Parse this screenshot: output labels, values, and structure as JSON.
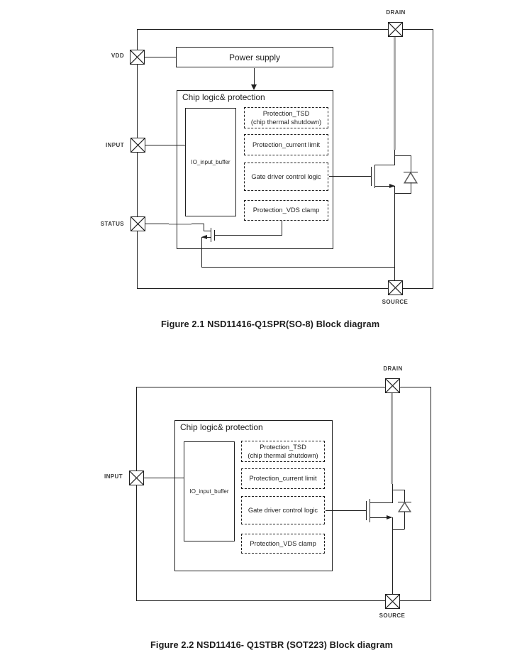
{
  "fig1": {
    "caption": "Figure 2.1 NSD11416-Q1SPR(SO-8) Block diagram",
    "pins": {
      "vdd": "VDD",
      "input": "INPUT",
      "status": "STATUS",
      "drain": "DRAIN",
      "source": "SOURCE"
    },
    "blocks": {
      "power_supply": "Power supply",
      "chip_logic": "Chip logic& protection",
      "io_buffer": "IO_input_buffer",
      "tsd_title": "Protection_TSD",
      "tsd_sub": "(chip thermal shutdown)",
      "current_limit": "Protection_current limit",
      "gate_driver": "Gate driver control logic",
      "vds_clamp": "Protection_VDS clamp"
    }
  },
  "fig2": {
    "caption": "Figure 2.2 NSD11416- Q1STBR (SOT223) Block diagram",
    "pins": {
      "input": "INPUT",
      "drain": "DRAIN",
      "source": "SOURCE"
    },
    "blocks": {
      "chip_logic": "Chip logic& protection",
      "io_buffer": "IO_input_buffer",
      "tsd_title": "Protection_TSD",
      "tsd_sub": "(chip thermal shutdown)",
      "current_limit": "Protection_current limit",
      "gate_driver": "Gate driver control logic",
      "vds_clamp": "Protection_VDS clamp"
    }
  },
  "colors": {
    "line": "#202020",
    "gray_wire": "#adadad",
    "diode_outline": "#5a5a5a"
  }
}
